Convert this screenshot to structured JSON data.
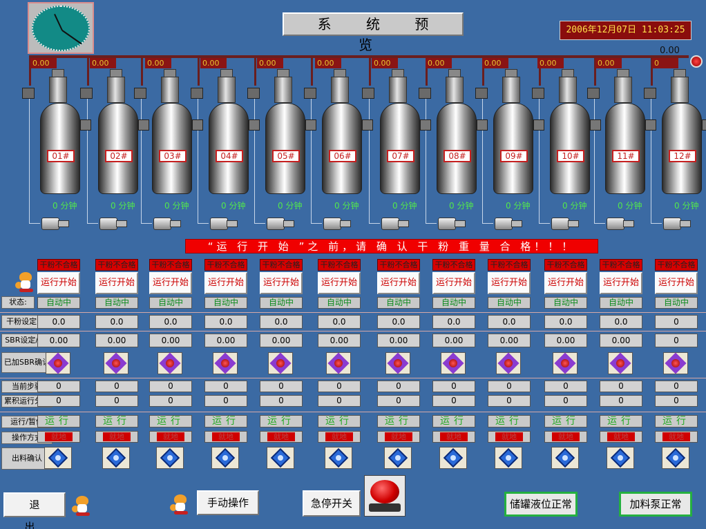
{
  "title": "系 统 预 览",
  "datetime": "2006年12月07日  11:03:25",
  "total_flow": "0.00",
  "flow_values": [
    "0.00",
    "0.00",
    "0.00",
    "0.00",
    "0.00",
    "0.00",
    "0.00",
    "0.00",
    "0.00",
    "0.00",
    "0.00",
    "0"
  ],
  "tanks": [
    "01#",
    "02#",
    "03#",
    "04#",
    "05#",
    "06#",
    "07#",
    "08#",
    "09#",
    "10#",
    "11#",
    "12#"
  ],
  "timer_unit": "分钟",
  "timer_values": [
    "0 分钟",
    "0 分钟",
    "0 分钟",
    "0 分钟",
    "0 分钟",
    "0 分钟",
    "0 分钟",
    "0 分钟",
    "0 分钟",
    "0 分钟",
    "0 分钟",
    "0 分钟"
  ],
  "warning": "“运 行 开 始 ”之 前，请 确 认 干 粉 重 量 合 格！！！",
  "row_labels": {
    "status": "状态:",
    "dry_set": "干粉设定KG",
    "sbr_set": "SBR设定/KG",
    "sbr_confirm": "已加SBR确认",
    "current_step": "当前步骤",
    "cum_minutes": "累积运行分钟",
    "run_pause": "运行/暂停",
    "mode": "操作方式",
    "discharge": "出料确认"
  },
  "columns": [
    {
      "warn": "干粉不合格",
      "start": "运行开始",
      "auto": "自动中",
      "kg": "0.0",
      "sbr": "0.00",
      "step": "0",
      "cum": "0",
      "run": "运行",
      "mode": "就地"
    },
    {
      "warn": "干粉不合格",
      "start": "运行开始",
      "auto": "自动中",
      "kg": "0.0",
      "sbr": "0.00",
      "step": "0",
      "cum": "0",
      "run": "运行",
      "mode": "就地"
    },
    {
      "warn": "干粉不合格",
      "start": "运行开始",
      "auto": "自动中",
      "kg": "0.0",
      "sbr": "0.00",
      "step": "0",
      "cum": "0",
      "run": "运行",
      "mode": "就地"
    },
    {
      "warn": "干粉不合格",
      "start": "运行开始",
      "auto": "自动中",
      "kg": "0.0",
      "sbr": "0.00",
      "step": "0",
      "cum": "0",
      "run": "运行",
      "mode": "就地"
    },
    {
      "warn": "干粉不合格",
      "start": "运行开始",
      "auto": "自动中",
      "kg": "0.0",
      "sbr": "0.00",
      "step": "0",
      "cum": "0",
      "run": "运行",
      "mode": "就地"
    },
    {
      "warn": "干粉不合格",
      "start": "运行开始",
      "auto": "自动中",
      "kg": "0.0",
      "sbr": "0.00",
      "step": "0",
      "cum": "0",
      "run": "运行",
      "mode": "就地"
    },
    {
      "warn": "干粉不合格",
      "start": "运行开始",
      "auto": "自动中",
      "kg": "0.0",
      "sbr": "0.00",
      "step": "0",
      "cum": "0",
      "run": "运行",
      "mode": "就地"
    },
    {
      "warn": "干粉不合格",
      "start": "运行开始",
      "auto": "自动中",
      "kg": "0.0",
      "sbr": "0.00",
      "step": "0",
      "cum": "0",
      "run": "运行",
      "mode": "就地"
    },
    {
      "warn": "干粉不合格",
      "start": "运行开始",
      "auto": "自动中",
      "kg": "0.0",
      "sbr": "0.00",
      "step": "0",
      "cum": "0",
      "run": "运行",
      "mode": "就地"
    },
    {
      "warn": "干粉不合格",
      "start": "运行开始",
      "auto": "自动中",
      "kg": "0.0",
      "sbr": "0.00",
      "step": "0",
      "cum": "0",
      "run": "运行",
      "mode": "就地"
    },
    {
      "warn": "干粉不合格",
      "start": "运行开始",
      "auto": "自动中",
      "kg": "0.0",
      "sbr": "0.00",
      "step": "0",
      "cum": "0",
      "run": "运行",
      "mode": "就地"
    },
    {
      "warn": "干粉不合格",
      "start": "运行开始",
      "auto": "自动中",
      "kg": "0",
      "sbr": "0",
      "step": "0",
      "cum": "0",
      "run": "运行",
      "mode": "就地"
    }
  ],
  "buttons": {
    "exit": "退 出",
    "manual": "手动操作",
    "estop": "急停开关",
    "level_ok": "储罐液位正常",
    "pump_ok": "加料泵正常"
  },
  "colors": {
    "background": "#3b6aa3",
    "alarm_red": "#d80000",
    "ok_green": "#25b040",
    "timer_green": "#53e84c"
  },
  "icons": {
    "clock": "analog-clock-icon",
    "mascot": "fox-mascot-icon",
    "sbr_confirm": "red-gem-button-icon",
    "discharge": "blue-gem-button-icon",
    "estop": "red-mushroom-button-icon"
  }
}
